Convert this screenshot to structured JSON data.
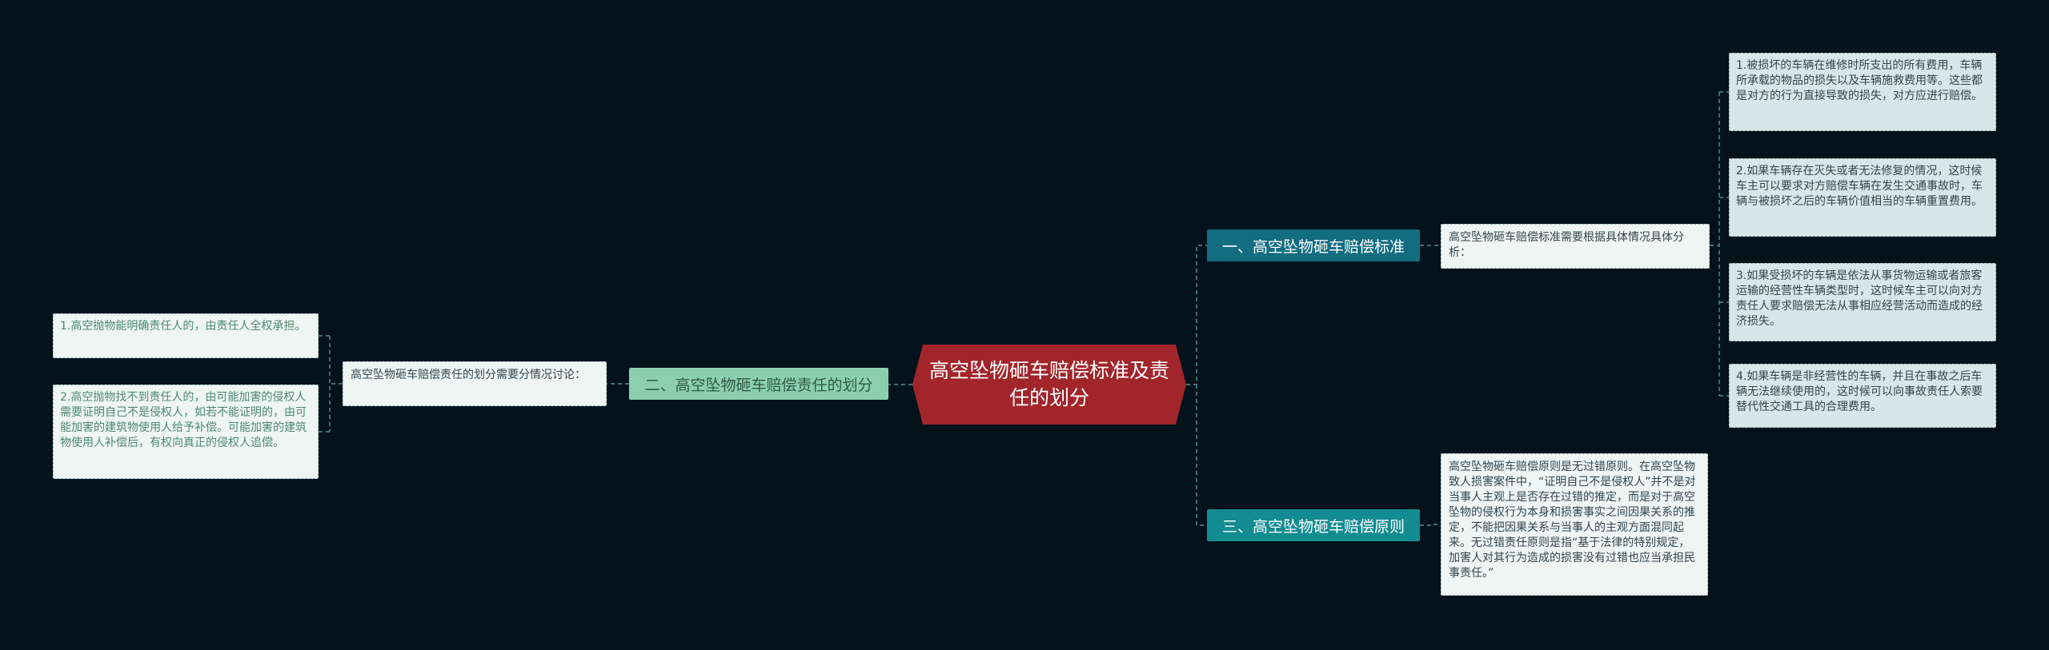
{
  "root": {
    "title": "高空坠物砸车赔偿标准及责任的划分"
  },
  "branches": [
    {
      "label": "一、高空坠物砸车赔偿标准",
      "description": "高空坠物砸车赔偿标准需要根据具体情况具体分析：",
      "children": [
        "1.被损坏的车辆在维修时所支出的所有费用，车辆所承载的物品的损失以及车辆施救费用等。这些都是对方的行为直接导致的损失，对方应进行赔偿。",
        "2.如果车辆存在灭失或者无法修复的情况，这时候车主可以要求对方赔偿车辆在发生交通事故时，车辆与被损坏之后的车辆价值相当的车辆重置费用。",
        "3.如果受损坏的车辆是依法从事货物运输或者旅客运输的经营性车辆类型时，这时候车主可以向对方责任人要求赔偿无法从事相应经营活动而造成的经济损失。",
        "4.如果车辆是非经营性的车辆，并且在事故之后车辆无法继续使用的，这时候可以向事故责任人索要替代性交通工具的合理费用。"
      ]
    },
    {
      "label": "二、高空坠物砸车赔偿责任的划分",
      "description": "高空坠物砸车赔偿责任的划分需要分情况讨论：",
      "children": [
        "1.高空抛物能明确责任人的，由责任人全权承担。",
        "2.高空抛物找不到责任人的，由可能加害的侵权人需要证明自己不是侵权人，如若不能证明的，由可能加害的建筑物使用人给予补偿。可能加害的建筑物使用人补偿后，有权向真正的侵权人追偿。"
      ]
    },
    {
      "label": "三、高空坠物砸车赔偿原则",
      "description": "高空坠物砸车赔偿原则是无过错原则。在高空坠物致人损害案件中，“证明自己不是侵权人”并不是对当事人主观上是否存在过错的推定，而是对于高空坠物的侵权行为本身和损害事实之间因果关系的推定，不能把因果关系与当事人的主观方面混同起来。无过错责任原则是指“基于法律的特别规定，加害人对其行为造成的损害没有过错也应当承担民事责任。”"
    }
  ],
  "colors": {
    "background": "#04131b",
    "root": "#a1252a",
    "branch_1": "#126d80",
    "branch_2": "#8ccfae",
    "branch_3": "#138c91",
    "connector": "#4f8d95"
  }
}
